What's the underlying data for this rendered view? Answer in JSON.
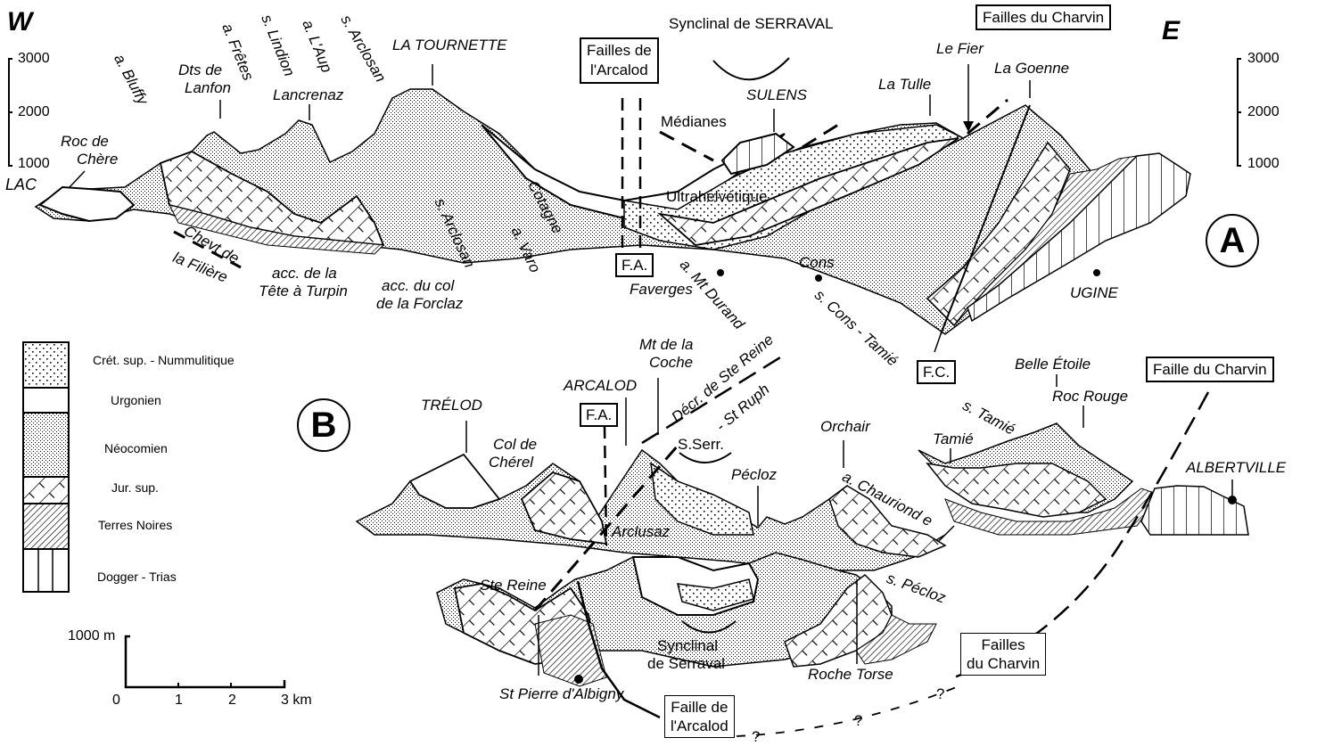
{
  "orientation": {
    "west": "W",
    "east": "E"
  },
  "elevation_scale_left": {
    "ticks": [
      "3000",
      "2000",
      "1000"
    ]
  },
  "elevation_scale_right": {
    "ticks": [
      "3000",
      "2000",
      "1000"
    ]
  },
  "section_a": {
    "badge": "A",
    "place_labels": {
      "lac": "LAC",
      "roc_de_chere_1": "Roc de",
      "roc_de_chere_2": "Chère",
      "a_bluffy": "a. Bluffy",
      "dts_de_lanfon_1": "Dts de",
      "dts_de_lanfon_2": "Lanfon",
      "a_fretes": "a. Frêtes",
      "s_lindion": "s. Lindion",
      "a_laup": "a. L'Aup",
      "s_arclosan_top": "s. Arclosan",
      "lancrenaz": "Lancrenaz",
      "la_tournette": "LA TOURNETTE",
      "synclinal_serraval": "Synclinal de SERRAVAL",
      "sulens": "SULENS",
      "medianes": "Médianes",
      "ultrahelvetique": "Ultrahelvétique",
      "la_tulle": "La Tulle",
      "le_fier": "Le Fier",
      "la_goenne": "La Goenne",
      "chevt_filiere_1": "Chevt de",
      "chevt_filiere_2": "la Filière",
      "acc_tete_turpin_1": "acc. de la",
      "acc_tete_turpin_2": "Tête à Turpin",
      "acc_col_forclaz_1": "acc. du col",
      "acc_col_forclaz_2": "de la Forclaz",
      "s_arclosan_low": "s. Arclosan",
      "a_varo": "a. Varo",
      "cotagne": "Cotagne",
      "faverges": "Faverges",
      "a_mt_durand": "a. Mt Durand",
      "cons": "Cons",
      "s_cons_tamie": "s. Cons - Tamié",
      "ugine": "UGINE"
    },
    "boxes": {
      "failles_arcalod_1": "Failles de",
      "failles_arcalod_2": "l'Arcalod",
      "failles_charvin": "Failles du Charvin",
      "fa": "F.A.",
      "fc": "F.C."
    }
  },
  "section_b": {
    "badge": "B",
    "place_labels": {
      "trelod": "TRÉLOD",
      "col_cherel_1": "Col de",
      "col_cherel_2": "Chérel",
      "arcalod": "ARCALOD",
      "mt_coche_1": "Mt de la",
      "mt_coche_2": "Coche",
      "decr_ste_reine": "Décr. de Ste Reine",
      "st_ruph": "- St Ruph",
      "s_serr": "S.Serr.",
      "pecloz": "Pécloz",
      "orchair": "Orchair",
      "a_chauriond": "a. Chauriond e",
      "tamie": "Tamié",
      "s_tamie": "s. Tamié",
      "belle_etoile": "Belle Étoile",
      "roc_rouge": "Roc Rouge",
      "albertville": "ALBERTVILLE",
      "arclusaz": "Arclusaz",
      "ste_reine": "Ste Reine",
      "synclinal_serraval_1": "Synclinal",
      "synclinal_serraval_2": "de Serraval",
      "roche_torse": "Roche Torse",
      "s_pecloz": "s. Pécloz",
      "st_pierre_albigny": "St Pierre d'Albigny",
      "question_mark": "?"
    },
    "boxes": {
      "fa": "F.A.",
      "faille_charvin": "Faille du Charvin",
      "faille_arcalod_1": "Faille de",
      "faille_arcalod_2": "l'Arcalod",
      "failles_charvin_1": "Failles",
      "failles_charvin_2": "du Charvin"
    }
  },
  "legend": {
    "items": [
      {
        "label": "Crét. sup. - Nummulitique",
        "pattern": "coarse-dots"
      },
      {
        "label": "Urgonien",
        "pattern": "blank"
      },
      {
        "label": "Néocomien",
        "pattern": "fine-dots"
      },
      {
        "label": "Jur. sup.",
        "pattern": "brick-diagonal"
      },
      {
        "label": "Terres Noires",
        "pattern": "dense-diagonal"
      },
      {
        "label": "Dogger - Trias",
        "pattern": "vertical-lines"
      }
    ]
  },
  "scale_bar": {
    "vertical_label": "1000 m",
    "ticks": [
      "0",
      "1",
      "2",
      "3 km"
    ]
  }
}
